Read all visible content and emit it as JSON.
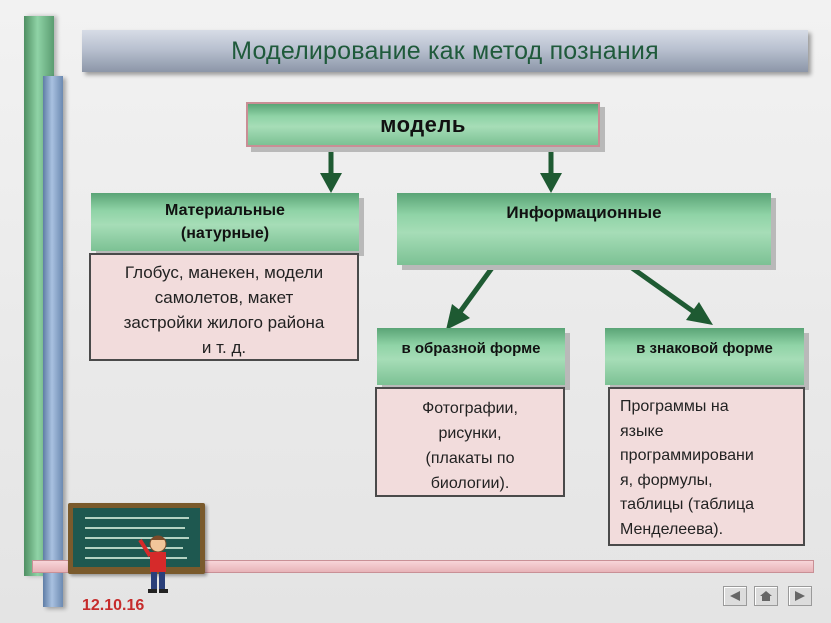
{
  "title": "Моделирование как метод познания",
  "diagram": {
    "root": "модель",
    "material": {
      "header_line1": "Материальные",
      "header_line2": "(натурные)",
      "examples_lines": [
        "Глобус, манекен, модели",
        "самолетов, макет",
        "застройки жилого района",
        "и т. д."
      ]
    },
    "informational": {
      "header": "Информационные",
      "figurative": {
        "header": "в образной форме",
        "examples_lines": [
          "Фотографии,",
          "рисунки,",
          "(плакаты по",
          "биологии)."
        ]
      },
      "symbolic": {
        "header": "в знаковой форме",
        "examples_lines": [
          "Программы на",
          "языке",
          "программировани",
          "я, формулы,",
          "таблицы (таблица",
          "Менделеева)."
        ]
      }
    }
  },
  "footer": {
    "date": "12.10.16"
  },
  "colors": {
    "arrow": "#1e5a32",
    "title_text": "#1f5a3b",
    "date": "#c62b2b"
  },
  "nav": {
    "prev_icon": "triangle-left",
    "home_icon": "house",
    "next_icon": "triangle-right"
  }
}
